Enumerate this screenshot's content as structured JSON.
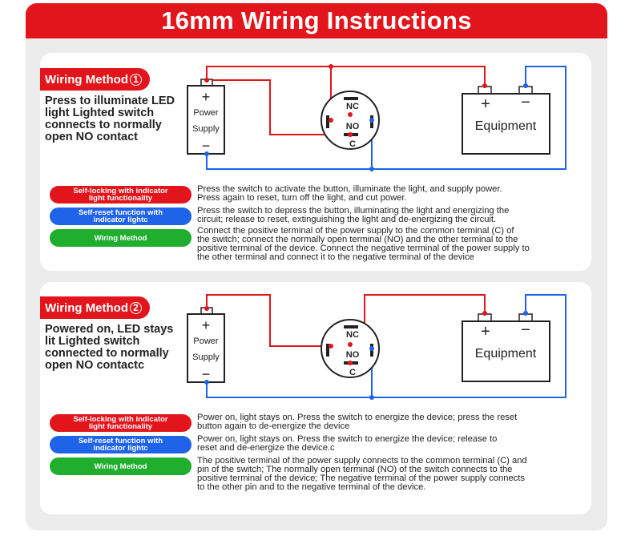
{
  "title": "16mm Wiring Instructions",
  "colors": {
    "accent_red": "#e3151c",
    "blue": "#1e63e8",
    "green": "#1fae2e",
    "wire_red": "#e3151c",
    "wire_blue": "#1e63e8"
  },
  "diagram_labels": {
    "power_plus": "+",
    "power_minus": "−",
    "power_line1": "Power",
    "power_line2": "Supply",
    "nc": "NC",
    "no": "NO",
    "c": "C",
    "equipment": "Equipment",
    "eq_plus": "+",
    "eq_minus": "−"
  },
  "method1": {
    "label": "Wiring Method",
    "num": "1",
    "desc": [
      "Press to illuminate LED",
      "light Lighted switch",
      "connects to normally",
      "open NO contact"
    ],
    "pills": [
      {
        "label1": "Self-locking with indicator",
        "label2": "light functionality",
        "text": [
          "Press the switch to activate the button, illuminate the light, and supply power.",
          "Press again to reset, turn off the light, and cut power."
        ]
      },
      {
        "label1": "Self-reset function with",
        "label2": "indicator lightc",
        "text": [
          "Press the switch to depress the button, illuminating the light and energizing the",
          "circuit; release to reset, extinguishing the light and de-energizing the circuit."
        ]
      },
      {
        "label1": "Wiring Method",
        "label2": "",
        "text": [
          "Connect the positive terminal of the power supply to the common terminal (C) of",
          "the switch; connect the normally open terminal (NO) and the other terminal to the",
          "positive terminal of the device. Connect the negative terminal of the power supply to",
          "the other terminal and connect it to the negative terminal of the device"
        ]
      }
    ]
  },
  "method2": {
    "label": "Wiring Method",
    "num": "2",
    "desc": [
      "Powered on, LED stays",
      "lit Lighted switch",
      "connected to normally",
      "open NO contactc"
    ],
    "pills": [
      {
        "label1": "Self-locking with indicator",
        "label2": "light functionality",
        "text": [
          "Power on, light stays on. Press the switch to energize the device; press the reset",
          "button again to de-energize the device"
        ]
      },
      {
        "label1": "Self-reset function with",
        "label2": "indicator lightc",
        "text": [
          "Power on, light stays on. Press the switch to energize the device; release to",
          "reset and de-energize the device.c"
        ]
      },
      {
        "label1": "Wiring Method",
        "label2": "",
        "text": [
          "The positive terminal of the power supply connects to the common terminal (C) and",
          "pin of the switch; The normally open terminal (NO) of the switch connects to the",
          "positive terminal of the device; The negative terminal of the power supply connects",
          "to the other pin and to the negative terminal of the device."
        ]
      }
    ]
  }
}
